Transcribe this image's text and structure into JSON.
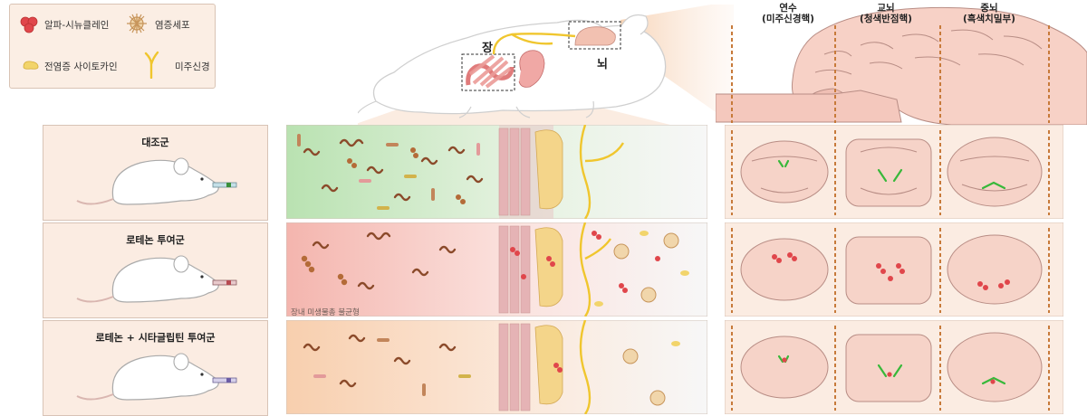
{
  "legend": {
    "alpha_synuclein": "알파-시뉴클레인",
    "inflammatory_cell": "염증세포",
    "cytokine": "전염증 사이토카인",
    "vagus_nerve": "미주신경"
  },
  "organs": {
    "gut": "장",
    "brain": "뇌"
  },
  "brain_regions": [
    {
      "name": "연수",
      "sub": "(미주신경핵)"
    },
    {
      "name": "교뇌",
      "sub": "(청색반점핵)"
    },
    {
      "name": "중뇌",
      "sub": "(흑색치밀부)"
    }
  ],
  "groups": [
    {
      "label": "대조군"
    },
    {
      "label": "로테논 투여군"
    },
    {
      "label": "로테논 + 시타글립틴 투여군"
    }
  ],
  "gut_note": "장내 미생물총 불균형",
  "colors": {
    "alpha_synuclein": "#e0464b",
    "cytokine": "#f2d46b",
    "nerve": "#f0c62e",
    "panel_bg": "#fbece2",
    "control_gut_green": "#bfe5b7",
    "rotenone_gut_red": "#f6b9b3",
    "sitagliptin_gut_orange": "#f9d2b3",
    "inclusion_green": "#38b83a"
  }
}
